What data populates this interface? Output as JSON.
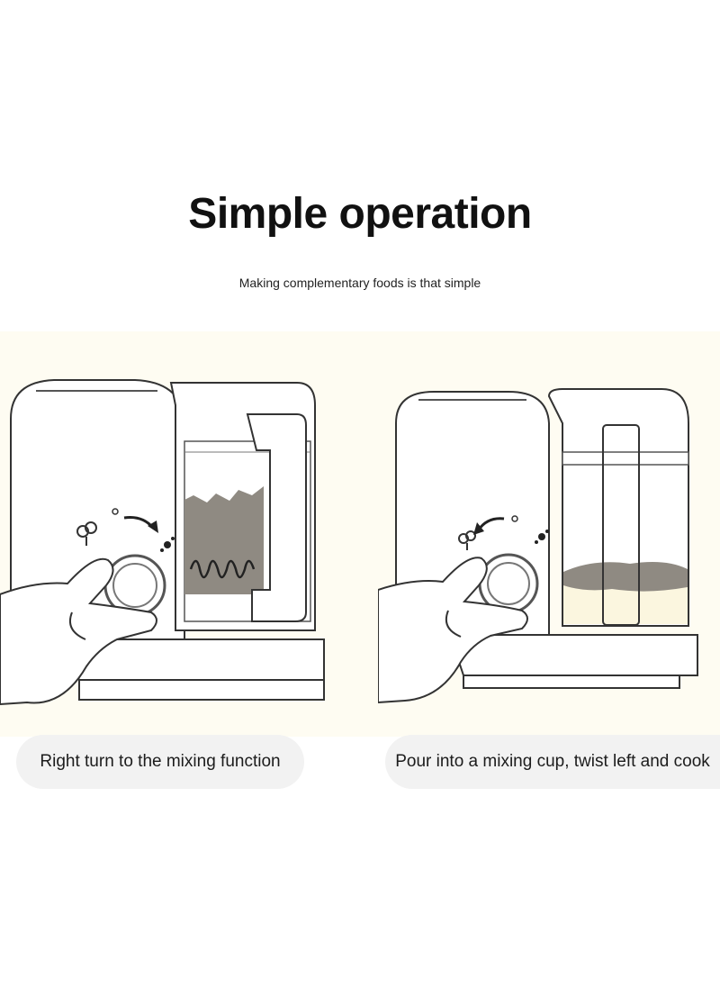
{
  "header": {
    "title": "Simple operation",
    "subtitle": "Making complementary foods is that simple"
  },
  "steps": [
    {
      "caption": "Right turn to the mixing function",
      "direction": "right",
      "icons": [
        "steam-icon",
        "blend-icon"
      ]
    },
    {
      "caption": "Pour into a mixing cup, twist left and cook",
      "direction": "left",
      "icons": [
        "steam-icon",
        "blend-icon"
      ]
    }
  ],
  "colors": {
    "band": "#fefcf2",
    "pill": "#f2f2f2",
    "food": "#8f8a82",
    "liquid": "#fbf6df"
  }
}
